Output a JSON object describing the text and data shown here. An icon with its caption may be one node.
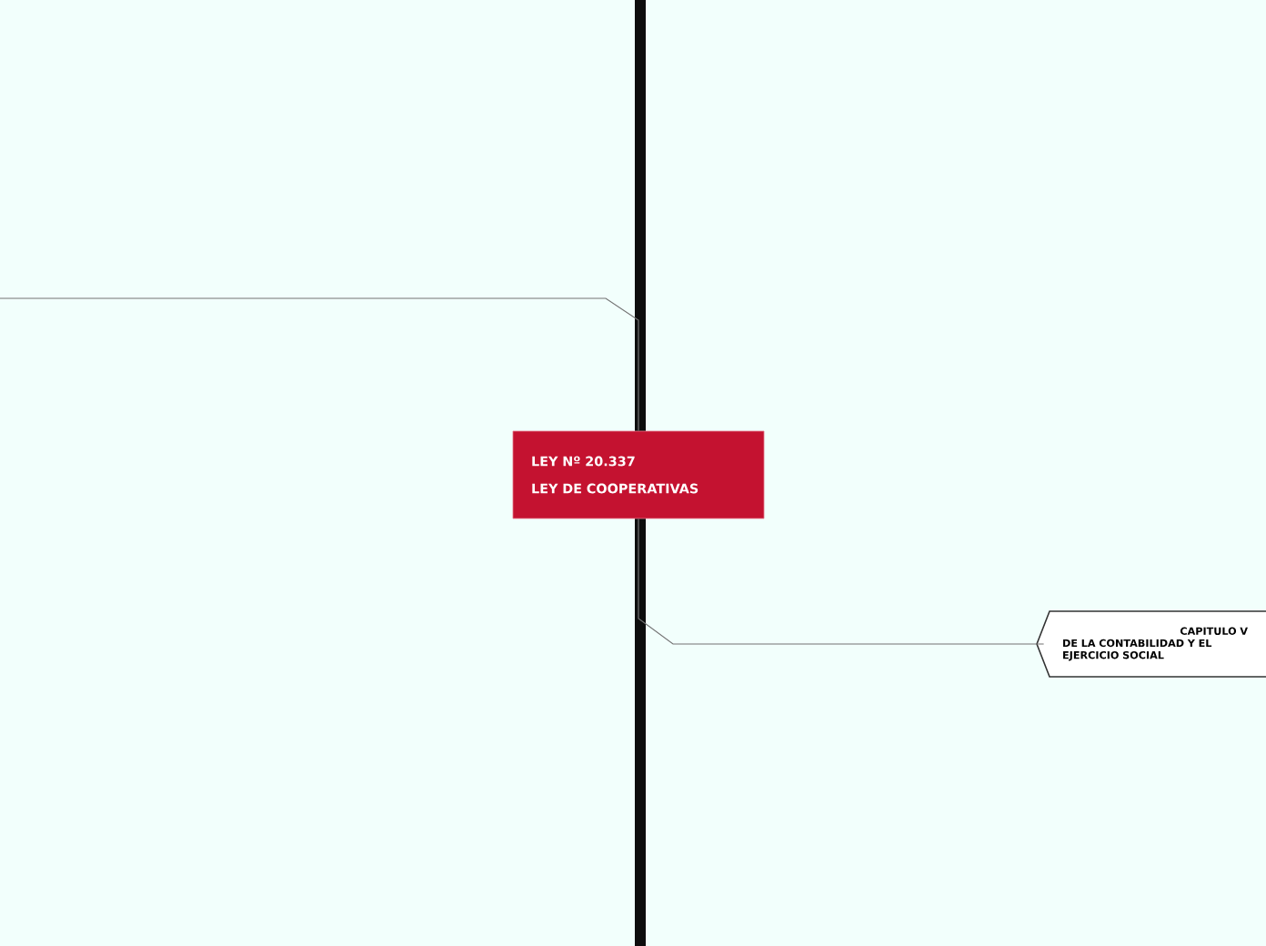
{
  "diagram": {
    "nodes": [
      {
        "text": [
          "LEY Nº 20.337",
          "LEY DE COOPERATIVAS"
        ]
      },
      {
        "text": [
          "CAPITULO V",
          "DE LA CONTABILIDAD Y EL EJERCICIO SOCIAL"
        ]
      }
    ],
    "edges": [
      {
        "from": 0,
        "to": null,
        "arrow": "none"
      },
      {
        "from": 0,
        "to": 1,
        "arrow": "none"
      }
    ]
  }
}
